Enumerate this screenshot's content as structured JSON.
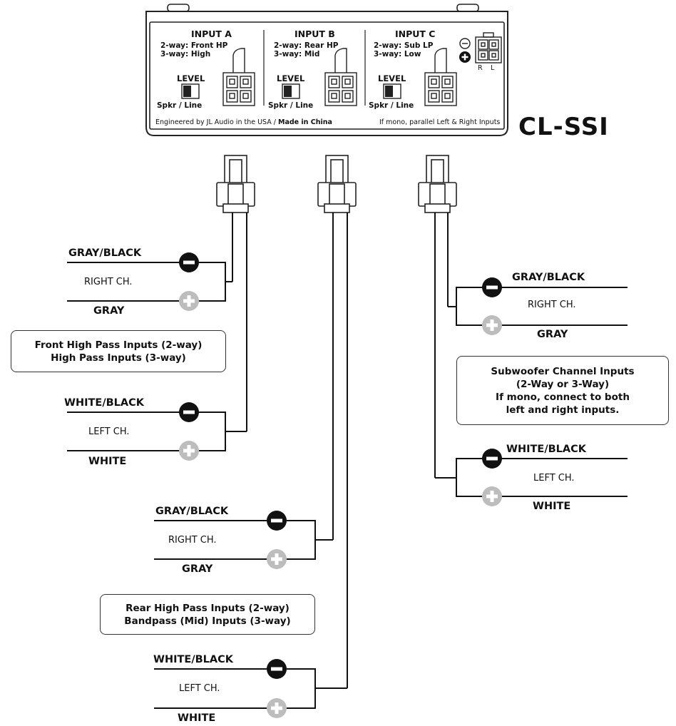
{
  "device": {
    "model": "CL-SSI",
    "inputs": [
      {
        "title": "INPUT A",
        "line1": "2-way: Front HP",
        "line2": "3-way: High",
        "level": "LEVEL",
        "switch": "Spkr / Line"
      },
      {
        "title": "INPUT B",
        "line1": "2-way: Rear HP",
        "line2": "3-way: Mid",
        "level": "LEVEL",
        "switch": "Spkr / Line"
      },
      {
        "title": "INPUT C",
        "line1": "2-way: Sub LP",
        "line2": "3-way: Low",
        "level": "LEVEL",
        "switch": "Spkr / Line"
      }
    ],
    "footer_left_prefix": "Engineered by JL Audio in the USA / ",
    "footer_left_bold": "Made in China",
    "footer_right": "If mono, parallel Left & Right Inputs",
    "rl_right": "R",
    "rl_left": "L"
  },
  "groups": [
    {
      "right_neg": "GRAY/BLACK",
      "right_ch": "RIGHT CH.",
      "right_pos": "GRAY",
      "left_neg": "WHITE/BLACK",
      "left_ch": "LEFT CH.",
      "left_pos": "WHITE",
      "note": [
        "Front High Pass Inputs (2-way)",
        "High Pass Inputs (3-way)"
      ]
    },
    {
      "right_neg": "GRAY/BLACK",
      "right_ch": "RIGHT CH.",
      "right_pos": "GRAY",
      "left_neg": "WHITE/BLACK",
      "left_ch": "LEFT CH.",
      "left_pos": "WHITE",
      "note": [
        "Rear High Pass Inputs (2-way)",
        "Bandpass (Mid) Inputs (3-way)"
      ]
    },
    {
      "right_neg": "GRAY/BLACK",
      "right_ch": "RIGHT CH.",
      "right_pos": "GRAY",
      "left_neg": "WHITE/BLACK",
      "left_ch": "LEFT CH.",
      "left_pos": "WHITE",
      "note": [
        "Subwoofer Channel Inputs",
        "(2-Way or 3-Way)",
        "If mono, connect to both",
        "left and right inputs."
      ]
    }
  ],
  "colors": {
    "line": "#111111",
    "negative": "#111111",
    "positive": "#bdbdbd",
    "panel_border": "#222222"
  }
}
